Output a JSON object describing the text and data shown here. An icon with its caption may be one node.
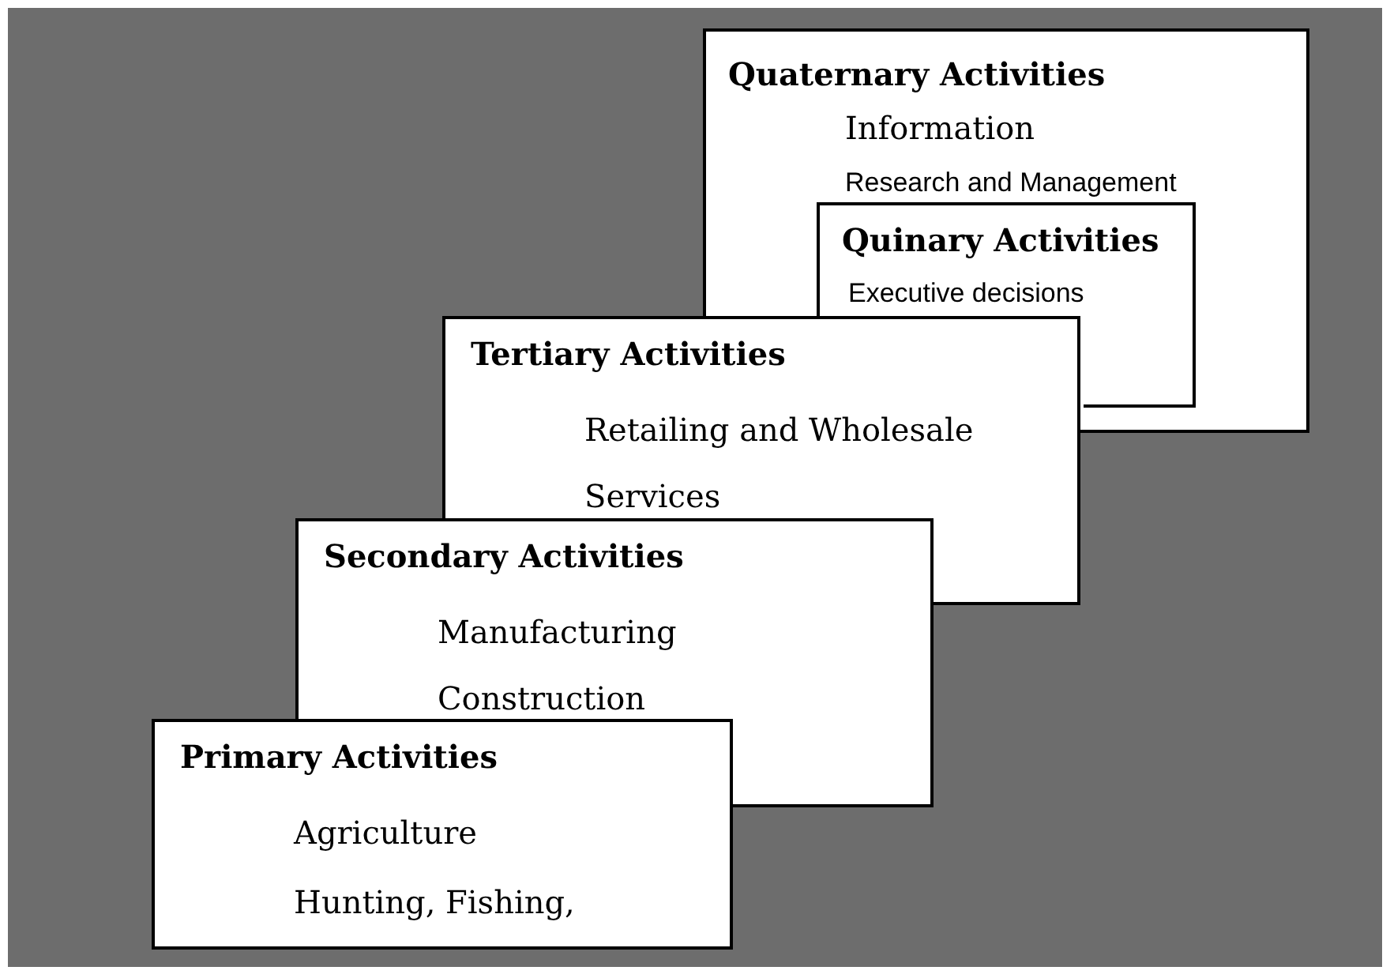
{
  "diagram": {
    "nodes": [
      {
        "text": [
          "Quaternary Activities",
          "Information",
          "Research and Management"
        ]
      },
      {
        "text": [
          "Quinary Activities",
          "Executive decisions"
        ],
        "in": 0
      },
      {
        "text": [
          "Tertiary Activities",
          "Retailing and Wholesale",
          "Services"
        ]
      },
      {
        "text": [
          "Secondary Activities",
          "Manufacturing",
          "Construction"
        ]
      },
      {
        "text": [
          "Primary Activities",
          "Agriculture",
          "Hunting, Fishing,"
        ]
      }
    ]
  }
}
